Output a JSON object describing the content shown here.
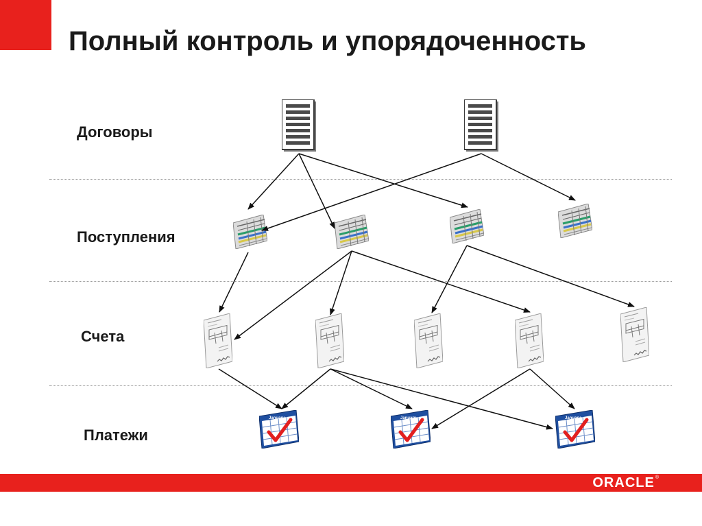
{
  "title": "Полный контроль и упорядоченность",
  "rows": {
    "contracts": "Договоры",
    "receipts": "Поступления",
    "invoices": "Счета",
    "payments": "Платежи"
  },
  "calendar_month": "January",
  "footer": {
    "logo": "ORACLE",
    "logo_mark": "®"
  },
  "colors": {
    "accent": "#e8211d",
    "calendar_blue": "#1f4fa0",
    "check_red": "#e21f1f"
  },
  "icons": {
    "contracts": "document-icon",
    "receipts": "spreadsheet-icon",
    "invoices": "invoice-icon",
    "payments": "calendar-check-icon"
  }
}
